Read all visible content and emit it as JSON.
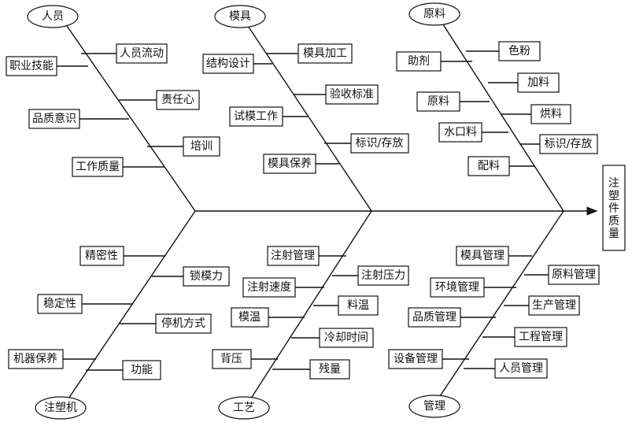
{
  "effect": "注塑件质量",
  "categories": {
    "people": {
      "label": "人员",
      "causes": [
        "人员流动",
        "职业技能",
        "责任心",
        "品质意识",
        "培训",
        "工作质量"
      ]
    },
    "mold": {
      "label": "模具",
      "causes": [
        "模具加工",
        "结构设计",
        "验收标准",
        "试模工作",
        "标识/存放",
        "模具保养"
      ]
    },
    "material": {
      "label": "原料",
      "causes": [
        "色粉",
        "助剂",
        "加料",
        "原料",
        "烘料",
        "水口料",
        "标识/存放",
        "配料"
      ]
    },
    "machine": {
      "label": "注塑机",
      "causes": [
        "精密性",
        "锁模力",
        "稳定性",
        "停机方式",
        "机器保养",
        "功能"
      ]
    },
    "process": {
      "label": "工艺",
      "causes": [
        "注射管理",
        "注射压力",
        "注射速度",
        "料温",
        "模温",
        "冷却时间",
        "背压",
        "残量"
      ]
    },
    "management": {
      "label": "管理",
      "causes": [
        "模具管理",
        "原料管理",
        "环境管理",
        "生产管理",
        "品质管理",
        "工程管理",
        "设备管理",
        "人员管理"
      ]
    }
  }
}
